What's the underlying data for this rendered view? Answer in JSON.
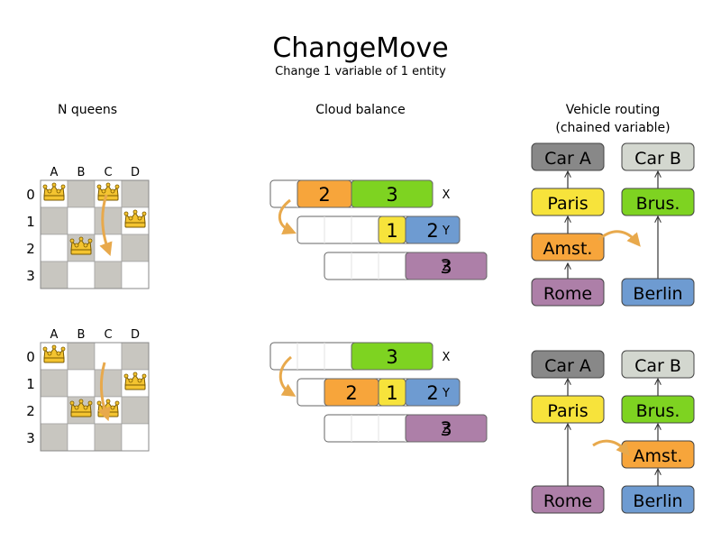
{
  "header": {
    "title": "ChangeMove",
    "subtitle": "Change 1 variable of 1 entity"
  },
  "sections": {
    "nqueens": "N queens",
    "cloud": "Cloud balance",
    "vrp_line1": "Vehicle routing",
    "vrp_line2": "(chained variable)"
  },
  "board": {
    "columns": [
      "A",
      "B",
      "C",
      "D"
    ],
    "rows": [
      "0",
      "1",
      "2",
      "3"
    ],
    "before_queens": [
      {
        "row": 0,
        "col": 0
      },
      {
        "row": 0,
        "col": 2
      },
      {
        "row": 1,
        "col": 3
      },
      {
        "row": 2,
        "col": 1
      }
    ],
    "after_queens": [
      {
        "row": 0,
        "col": 0
      },
      {
        "row": 1,
        "col": 3
      },
      {
        "row": 2,
        "col": 1
      },
      {
        "row": 2,
        "col": 2
      }
    ]
  },
  "cloud": {
    "computers": [
      "X",
      "Y",
      "Z"
    ],
    "before": {
      "X": [
        {
          "label": "2",
          "size": 2,
          "color": "#f7a53b"
        },
        {
          "label": "3",
          "size": 3,
          "color": "#7ed321"
        }
      ],
      "Y": [
        {
          "label": "1",
          "size": 1,
          "color": "#f7e33b"
        },
        {
          "label": "2",
          "size": 2,
          "color": "#6e9bd1"
        }
      ],
      "Z": [
        {
          "label": "3",
          "size": 3,
          "color": "#ad7fa8"
        }
      ]
    },
    "after": {
      "X": [
        {
          "label": "3",
          "size": 3,
          "color": "#7ed321"
        }
      ],
      "Y": [
        {
          "label": "2",
          "size": 2,
          "color": "#f7a53b"
        },
        {
          "label": "1",
          "size": 1,
          "color": "#f7e33b"
        },
        {
          "label": "2",
          "size": 2,
          "color": "#6e9bd1"
        }
      ],
      "Z": [
        {
          "label": "3",
          "size": 3,
          "color": "#ad7fa8"
        }
      ]
    }
  },
  "vrp": {
    "car_a": "Car A",
    "car_b": "Car B",
    "paris": "Paris",
    "brussels": "Brus.",
    "amsterdam": "Amst.",
    "rome": "Rome",
    "berlin": "Berlin"
  },
  "colors": {
    "car_a": "#888888",
    "car_b": "#d3d7cf",
    "paris": "#f7e33b",
    "brussels": "#7ed321",
    "amsterdam": "#f7a53b",
    "rome": "#ad7fa8",
    "berlin": "#6e9bd1",
    "board_dark": "#c8c6c0",
    "arrow": "#e8a94c"
  }
}
